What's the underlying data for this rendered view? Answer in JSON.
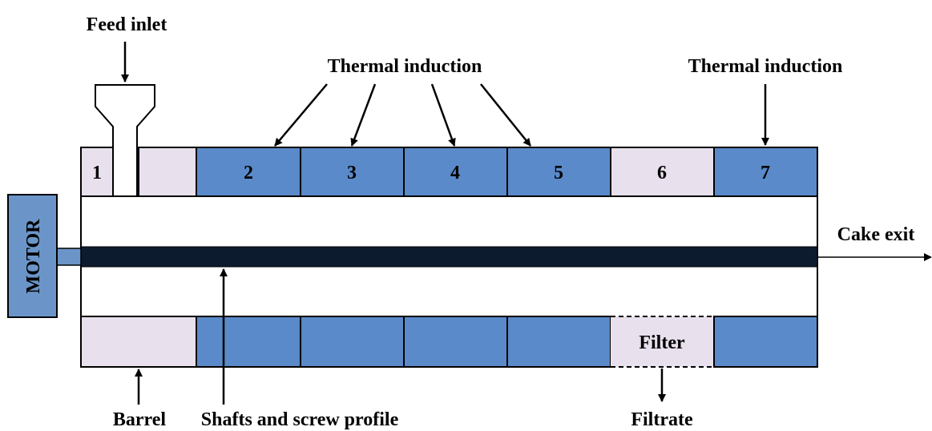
{
  "labels": {
    "feed_inlet": "Feed inlet",
    "thermal_induction_a": "Thermal induction",
    "thermal_induction_b": "Thermal induction",
    "cake_exit": "Cake exit",
    "barrel": "Barrel",
    "shafts": "Shafts and screw profile",
    "filtrate": "Filtrate",
    "motor": "MOTOR",
    "filter": "Filter"
  },
  "zones": [
    "1",
    "2",
    "3",
    "4",
    "5",
    "6",
    "7"
  ],
  "colors": {
    "heated_zone": "#5a8ac9",
    "unheated_zone": "#e8e0ec",
    "shaft": "#0d1b2e",
    "motor": "#6b95c9",
    "outline": "#000000"
  }
}
